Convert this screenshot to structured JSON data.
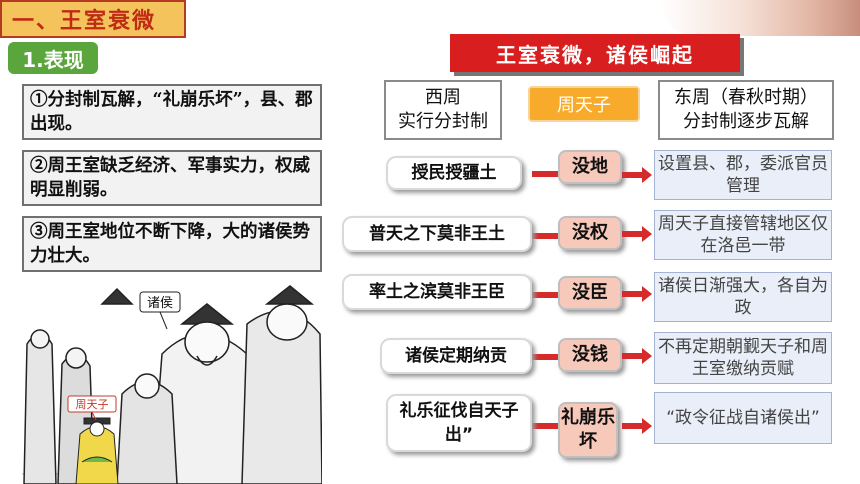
{
  "section_title": "一、王室衰微",
  "subhead": "1.表现",
  "points": [
    "①分封制瓦解，“礼崩乐坏”，县、郡出现。",
    "②周王室缺乏经济、军事实力，权威明显削弱。",
    "③周王室地位不断下降，大的诸侯势力壮大。"
  ],
  "cartoon": {
    "label_lord": "诸侯",
    "label_king": "周天子"
  },
  "banner": "王室衰微，诸侯崛起",
  "columns": {
    "west_line1": "西周",
    "west_line2": "实行分封制",
    "center": "周天子",
    "east_line1": "东周（春秋时期）",
    "east_line2": "分封制逐步瓦解"
  },
  "rows": [
    {
      "left": "授民授疆土",
      "mid": "没地",
      "right": "设置县、郡，委派官员管理"
    },
    {
      "left": "普天之下莫非王土",
      "mid": "没权",
      "right": "周天子直接管辖地区仅在洛邑一带"
    },
    {
      "left": "率土之滨莫非王臣",
      "mid": "没臣",
      "right": "诸侯日渐强大，各自为政"
    },
    {
      "left": "诸侯定期纳贡",
      "mid": "没钱",
      "right": "不再定期朝觐天子和周王室缴纳贡赋"
    },
    {
      "left": "礼乐征伐自天子出”",
      "mid": "礼崩乐坏",
      "right": "“政令征战自诸侯出”"
    }
  ],
  "colors": {
    "accent_red": "#d81e1e",
    "title_bg": "#f4c35b",
    "subhead_green": "#5aa53c",
    "tianzi_orange": "#f8aa2a",
    "mid_pink": "#f7c9ba"
  }
}
